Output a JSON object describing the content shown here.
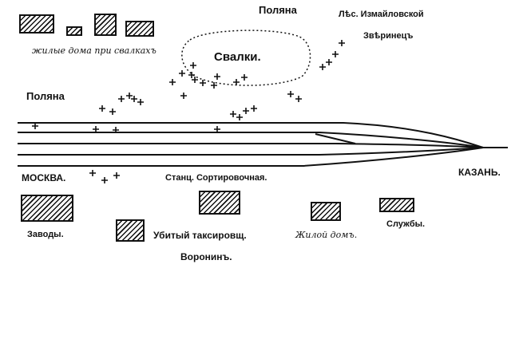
{
  "labels": {
    "legend_dwellings": "жилые дома при свалкахъ",
    "polyana_top": "Поляна",
    "forest_line1": "Лѣс. Измайловской",
    "forest_line2": "Звѣринецъ",
    "dumps": "Свалки.",
    "polyana_left": "Поляна",
    "moscow": "МОСКВА.",
    "station": "Станц. Сортировочная.",
    "kazan": "КАЗАНЬ.",
    "factories": "Заводы.",
    "killed_driver_line1": "Убитый таксировщ.",
    "killed_driver_line2": "Воронинъ.",
    "residential_house": "Жилой домъ.",
    "services": "Службы."
  },
  "legend": {
    "dwellings_count": 4
  },
  "colors": {
    "ink": "#111111",
    "paper": "#ffffff"
  },
  "markers": {
    "symbol": "+"
  }
}
